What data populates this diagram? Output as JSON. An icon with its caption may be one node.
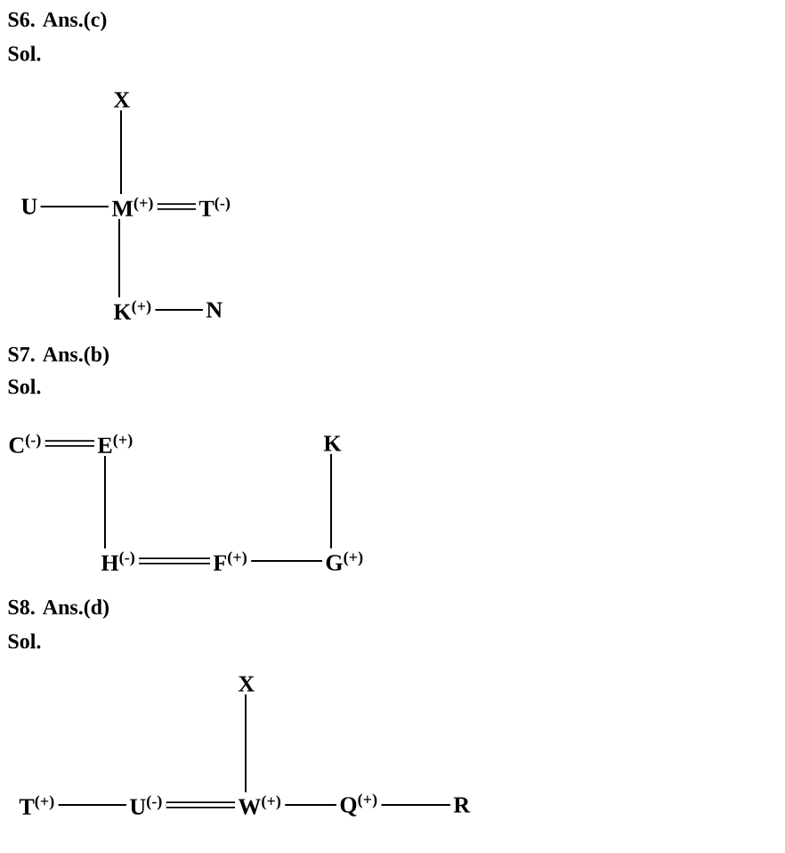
{
  "diagram": {
    "nodes": [
      {
        "text": [
          "X"
        ]
      },
      {
        "text": [
          "U"
        ]
      },
      {
        "text": [
          "M$^{(+)}$"
        ]
      },
      {
        "text": [
          "T$^{(-)}$"
        ]
      },
      {
        "text": [
          "K$^{(+)}$"
        ]
      },
      {
        "text": [
          "N"
        ]
      },
      {
        "text": [
          "C$^{(-)}$"
        ]
      },
      {
        "text": [
          "E$^{(+)}$"
        ]
      },
      {
        "text": [
          "K"
        ]
      },
      {
        "text": [
          "H$^{(-)}$"
        ]
      },
      {
        "text": [
          "F$^{(+)}$"
        ]
      },
      {
        "text": [
          "G$^{(+)}$"
        ]
      },
      {
        "text": [
          "X"
        ]
      },
      {
        "text": [
          "T$^{(+)}$"
        ]
      },
      {
        "text": [
          "U$^{(-)}$"
        ]
      },
      {
        "text": [
          "W$^{(+)}$"
        ]
      },
      {
        "text": [
          "Q$^{(+)}$"
        ]
      },
      {
        "text": [
          "R"
        ]
      }
    ],
    "edges": [
      {
        "from": 0,
        "to": 2,
        "arrow": "none"
      },
      {
        "from": 1,
        "to": 2,
        "arrow": "none"
      },
      {
        "from": 2,
        "to": 3,
        "arrow": "none",
        "style": "thick"
      },
      {
        "from": 2,
        "to": 4,
        "arrow": "none"
      },
      {
        "from": 4,
        "to": 5,
        "arrow": "none"
      },
      {
        "from": 6,
        "to": 7,
        "arrow": "none",
        "style": "thick"
      },
      {
        "from": 7,
        "to": 9,
        "arrow": "none"
      },
      {
        "from": 9,
        "to": 10,
        "arrow": "none",
        "style": "thick"
      },
      {
        "from": 10,
        "to": 11,
        "arrow": "none"
      },
      {
        "from": 8,
        "to": 11,
        "arrow": "none"
      },
      {
        "from": 13,
        "to": 14,
        "arrow": "none"
      },
      {
        "from": 14,
        "to": 15,
        "arrow": "none",
        "style": "thick"
      },
      {
        "from": 15,
        "to": 16,
        "arrow": "none"
      },
      {
        "from": 16,
        "to": 17,
        "arrow": "none"
      },
      {
        "from": 12,
        "to": 15,
        "arrow": "none"
      }
    ],
    "labels": [
      "S6. Ans.(c)",
      "Sol.",
      "S7. Ans.(b)",
      "Sol.",
      "S8. Ans.(d)",
      "Sol."
    ]
  }
}
